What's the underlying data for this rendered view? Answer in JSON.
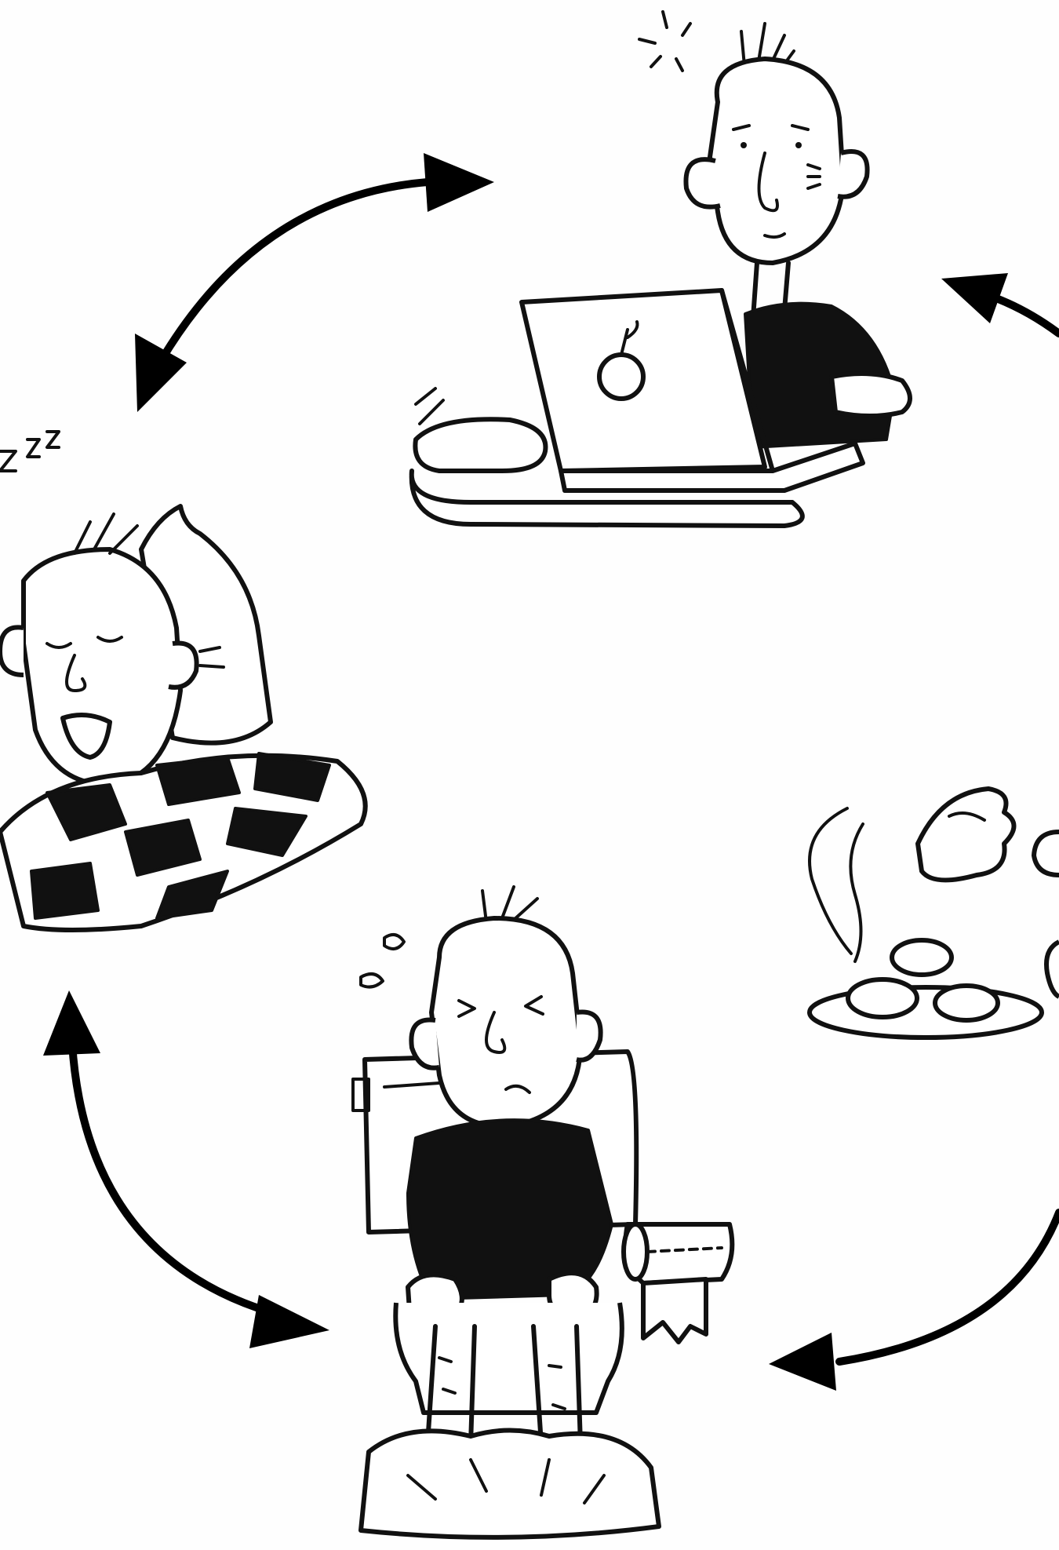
{
  "diagram": {
    "style": "black-and-white cartoon cycle",
    "stages": [
      {
        "id": "computer",
        "icon": "person-at-laptop-icon"
      },
      {
        "id": "eat",
        "icon": "food-plate-icon"
      },
      {
        "id": "toilet",
        "icon": "person-on-toilet-icon"
      },
      {
        "id": "sleep",
        "icon": "person-sleeping-icon"
      }
    ],
    "connectors": [
      {
        "from": "sleep",
        "to": "computer",
        "type": "double-arrow"
      },
      {
        "from": "eat",
        "to": "computer",
        "type": "arrow"
      },
      {
        "from": "eat",
        "to": "toilet",
        "type": "arrow"
      },
      {
        "from": "toilet",
        "to": "sleep",
        "type": "double-arrow"
      }
    ],
    "colors": {
      "ink": "#111111",
      "background": "#ffffff"
    }
  }
}
